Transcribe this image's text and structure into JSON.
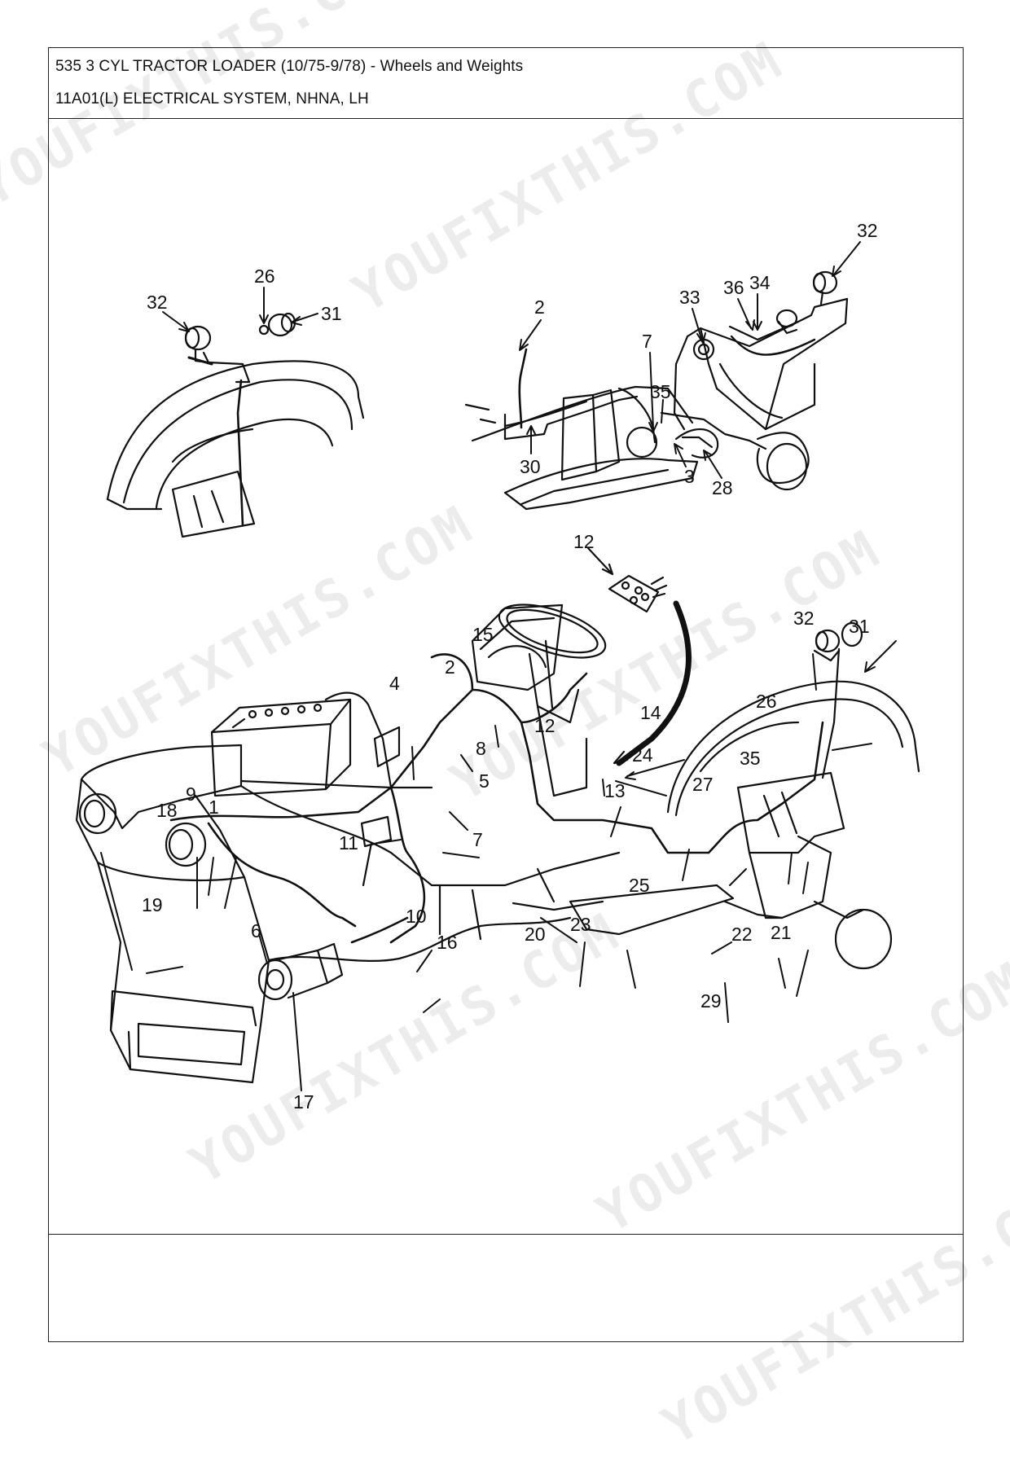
{
  "header": {
    "title": "535 3 CYL TRACTOR LOADER (10/75-9/78) - Wheels and Weights",
    "subtitle": "11A01(L) ELECTRICAL SYSTEM, NHNA, LH"
  },
  "watermark": {
    "text": [
      "YOUFIXTHIS.COM",
      "YOUFIXTHIS.COM",
      "YOUFIXTHIS.COM",
      "YOUFIXTHIS.COM",
      "YOUFIXTHIS.COM",
      "YOUFIXTHIS.COM",
      "YOUFIXTHIS.COM"
    ]
  },
  "callouts": {
    "top_left": [
      "26",
      "32",
      "31"
    ],
    "top_right": [
      "2",
      "7",
      "35",
      "33",
      "36",
      "34",
      "32",
      "30",
      "3",
      "28"
    ],
    "middle": [
      "12"
    ],
    "main": [
      "15",
      "2",
      "4",
      "14",
      "12",
      "8",
      "5",
      "13",
      "32",
      "31",
      "26",
      "24",
      "35",
      "27",
      "18",
      "9",
      "1",
      "11",
      "7",
      "25",
      "19",
      "6",
      "10",
      "20",
      "23",
      "22",
      "21",
      "16",
      "29",
      "17"
    ]
  }
}
